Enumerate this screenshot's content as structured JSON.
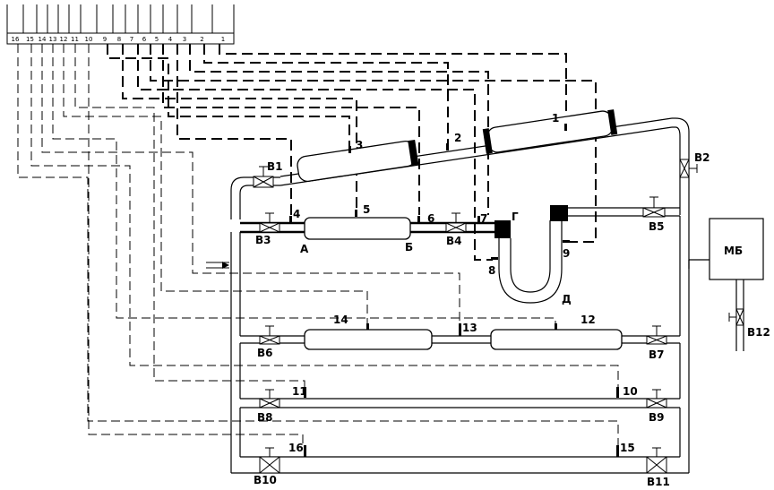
{
  "terminal_block": {
    "terminals": [
      "16",
      "15",
      "14",
      "13",
      "12",
      "11",
      "10",
      "9",
      "8",
      "7",
      "6",
      "5",
      "4",
      "3",
      "2",
      "1"
    ]
  },
  "sensors": [
    "1",
    "2",
    "3",
    "4",
    "5",
    "6",
    "7",
    "8",
    "9",
    "10",
    "11",
    "12",
    "13",
    "14",
    "15",
    "16"
  ],
  "valves": [
    "В1",
    "В2",
    "В3",
    "В4",
    "В5",
    "В6",
    "В7",
    "В8",
    "В9",
    "В10",
    "В11",
    "В12"
  ],
  "points": {
    "a": "А",
    "b": "Б",
    "g": "Г",
    "d": "Д"
  },
  "tank": {
    "label": "МБ"
  }
}
